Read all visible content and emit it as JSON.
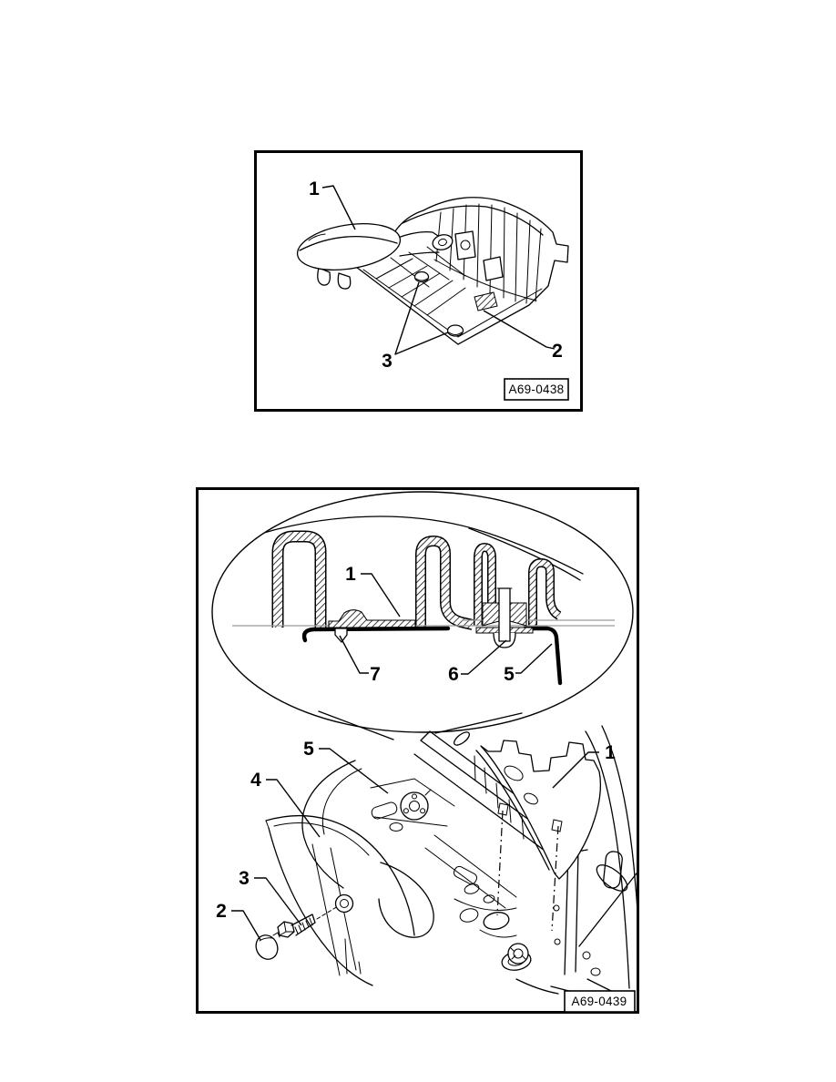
{
  "page": {
    "background": "#ffffff",
    "line_color": "#000000"
  },
  "figure_top": {
    "code": "A69-0438",
    "callouts": {
      "handle": "1",
      "lock_area": "2",
      "mounting_points": "3"
    }
  },
  "figure_bottom": {
    "code": "A69-0439",
    "detail_view": {
      "trim_panel": "1",
      "edge_trim": "5",
      "fastener": "6",
      "clip": "7"
    },
    "main_view": {
      "trim_panel": "1",
      "cover_cap": "2",
      "screw": "3",
      "side_trim": "4",
      "edge_trim": "5"
    }
  }
}
